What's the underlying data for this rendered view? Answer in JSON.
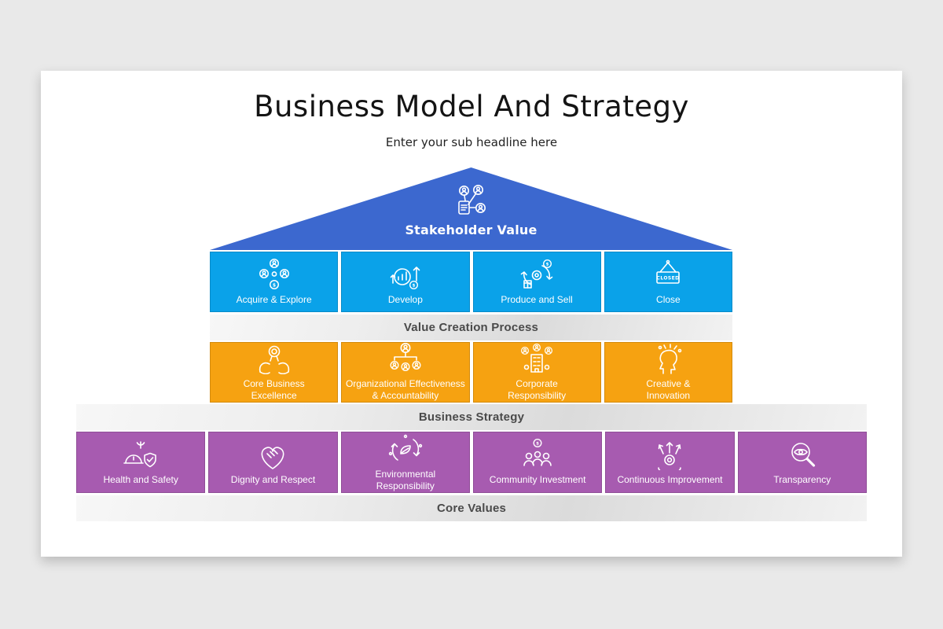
{
  "page": {
    "background_color": "#e9e9e9",
    "slide_color": "#ffffff"
  },
  "slide": {
    "title": "Business Model And Strategy",
    "subtitle": "Enter your sub headline here"
  },
  "icons": {
    "closed_sign_text": "CLOSED"
  },
  "pyramid": {
    "apex": {
      "label": "Stakeholder Value",
      "icon": "stakeholder-network-icon",
      "color": "#3c68cf"
    },
    "levels": [
      {
        "bar_label": "Value Creation Process",
        "color": "#0aa2e9",
        "items": [
          {
            "label": "Acquire & Explore",
            "icon": "acquire-explore-icon"
          },
          {
            "label": "Develop",
            "icon": "develop-icon"
          },
          {
            "label": "Produce and Sell",
            "icon": "produce-sell-icon"
          },
          {
            "label": "Close",
            "icon": "closed-sign-icon"
          }
        ]
      },
      {
        "bar_label": "Business Strategy",
        "color": "#f6a211",
        "items": [
          {
            "label": "Core Business\nExcellence",
            "icon": "core-excellence-icon"
          },
          {
            "label": "Organizational Effectiveness\n& Accountability",
            "icon": "org-effectiveness-icon"
          },
          {
            "label": "Corporate\nResponsibility",
            "icon": "corporate-responsibility-icon"
          },
          {
            "label": "Creative &\nInnovation",
            "icon": "creative-innovation-icon"
          }
        ]
      },
      {
        "bar_label": "Core Values",
        "color": "#a75bb0",
        "items": [
          {
            "label": "Health and Safety",
            "icon": "health-safety-icon"
          },
          {
            "label": "Dignity and Respect",
            "icon": "dignity-respect-icon"
          },
          {
            "label": "Environmental\nResponsibility",
            "icon": "environmental-icon"
          },
          {
            "label": "Community Investment",
            "icon": "community-investment-icon"
          },
          {
            "label": "Continuous Improvement",
            "icon": "continuous-improvement-icon"
          },
          {
            "label": "Transparency",
            "icon": "transparency-icon"
          }
        ]
      }
    ]
  }
}
